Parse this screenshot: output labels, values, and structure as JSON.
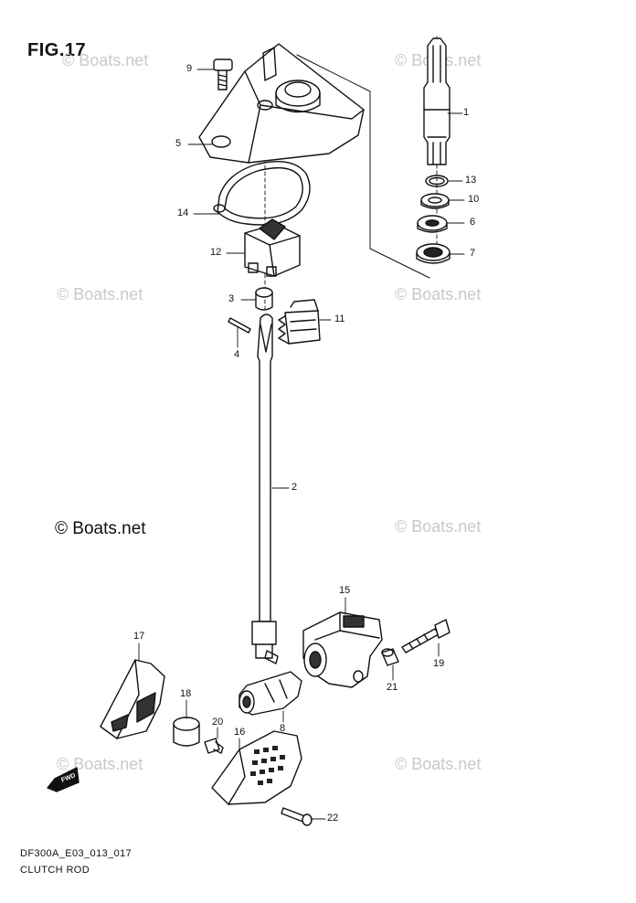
{
  "figure": {
    "title": "FIG.17"
  },
  "watermarks": [
    "© Boats.net",
    "© Boats.net",
    "© Boats.net",
    "© Boats.net",
    "© Boats.net",
    "© Boats.net",
    "© Boats.net"
  ],
  "copyright": "© Boats.net",
  "footer": {
    "code": "DF300A_E03_013_017",
    "name": "CLUTCH ROD"
  },
  "callouts": [
    "1",
    "2",
    "3",
    "4",
    "5",
    "6",
    "7",
    "8",
    "9",
    "10",
    "11",
    "12",
    "13",
    "14",
    "15",
    "16",
    "17",
    "18",
    "19",
    "20",
    "21",
    "22"
  ],
  "direction_badge": "FWD"
}
